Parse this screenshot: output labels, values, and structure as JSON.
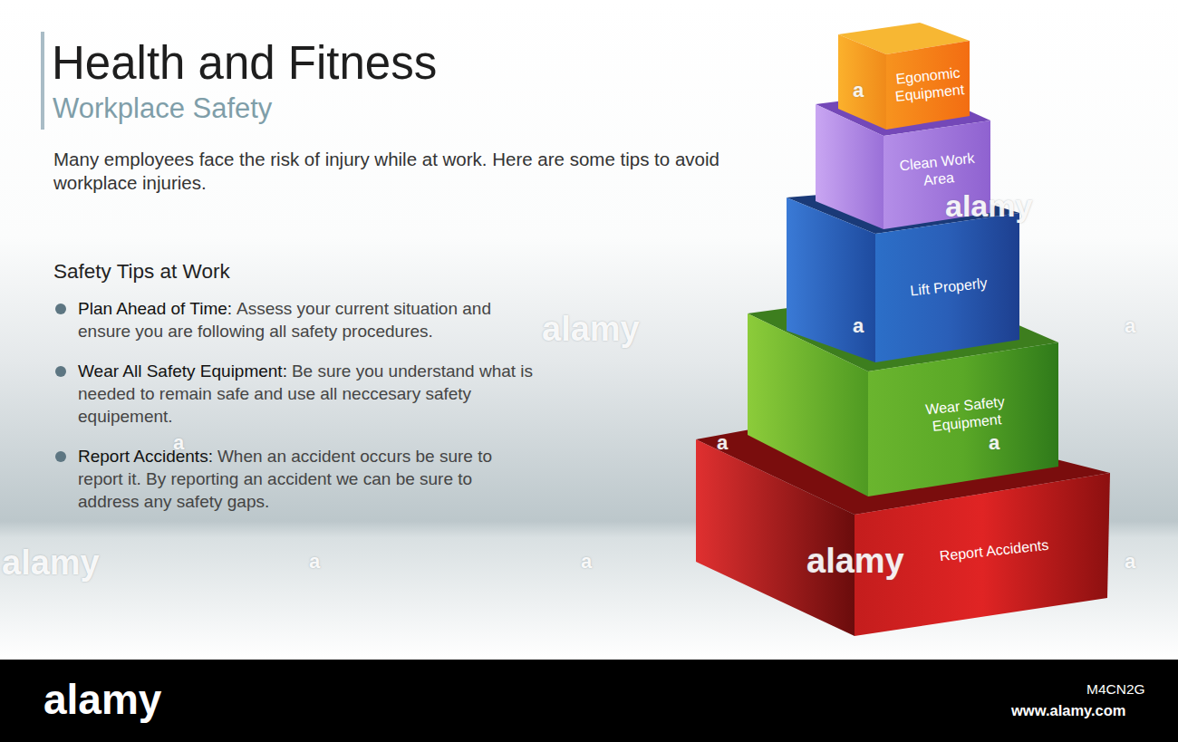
{
  "diagram": {
    "title": "Health and Fitness",
    "nodes": [
      {
        "text": [
          "Egonomic Equipment"
        ]
      },
      {
        "text": [
          "Clean Work Area"
        ]
      },
      {
        "text": [
          "Lift Properly"
        ]
      },
      {
        "text": [
          "Wear Safety Equipment"
        ]
      },
      {
        "text": [
          "Report Accidents"
        ]
      }
    ],
    "labels": [
      "Workplace Safety",
      "Many employees face the risk of injury while at work. Here are some tips to avoid workplace injuries.",
      "Safety Tips at Work",
      "Plan Ahead of Time:",
      "Assess your current situation and ensure you are following all safety procedures.",
      "Wear All Safety Equipment:",
      "Be sure you understand what is needed to remain safe and use all neccesary safety equipement.",
      "Report Accidents:",
      "When an accident occurs be sure to report it. By reporting an accident we can be sure to address any safety gaps.",
      "alamy",
      "alamy",
      "alamy",
      "alamy",
      "a",
      "a",
      "a",
      "a",
      "a",
      "a",
      "a",
      "a",
      "a",
      "alamy",
      "M4CN2G",
      "www.alamy.com"
    ]
  }
}
